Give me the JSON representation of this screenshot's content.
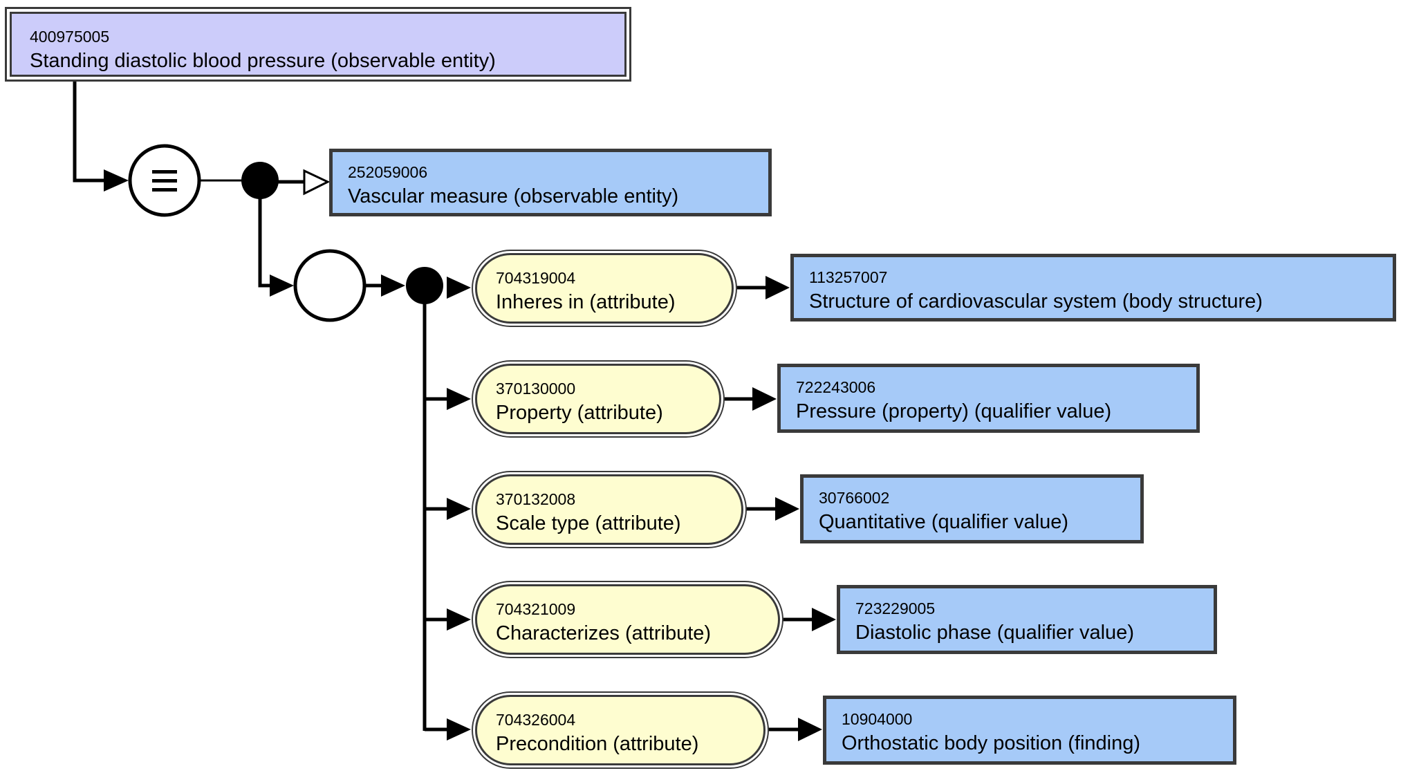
{
  "diagram": {
    "colors": {
      "defined_concept": "#CCCCFA",
      "primitive_concept": "#A6CAF8",
      "attribute": "#FEFDD0",
      "line": "#000000"
    },
    "focus_concept": {
      "sctid": "400975005",
      "term": "Standing diastolic blood pressure (observable entity)",
      "definition_status": "defined"
    },
    "operators": {
      "equivalence": "≡"
    },
    "parents": [
      {
        "sctid": "252059006",
        "term": "Vascular measure (observable entity)"
      }
    ],
    "relationships": [
      {
        "attribute": {
          "sctid": "704319004",
          "term": "Inheres in (attribute)"
        },
        "value": {
          "sctid": "113257007",
          "term": "Structure of cardiovascular system (body structure)"
        }
      },
      {
        "attribute": {
          "sctid": "370130000",
          "term": "Property (attribute)"
        },
        "value": {
          "sctid": "722243006",
          "term": "Pressure (property) (qualifier value)"
        }
      },
      {
        "attribute": {
          "sctid": "370132008",
          "term": "Scale type (attribute)"
        },
        "value": {
          "sctid": "30766002",
          "term": "Quantitative (qualifier value)"
        }
      },
      {
        "attribute": {
          "sctid": "704321009",
          "term": "Characterizes (attribute)"
        },
        "value": {
          "sctid": "723229005",
          "term": "Diastolic phase (qualifier value)"
        }
      },
      {
        "attribute": {
          "sctid": "704326004",
          "term": "Precondition (attribute)"
        },
        "value": {
          "sctid": "10904000",
          "term": "Orthostatic body position (finding)"
        }
      }
    ]
  }
}
